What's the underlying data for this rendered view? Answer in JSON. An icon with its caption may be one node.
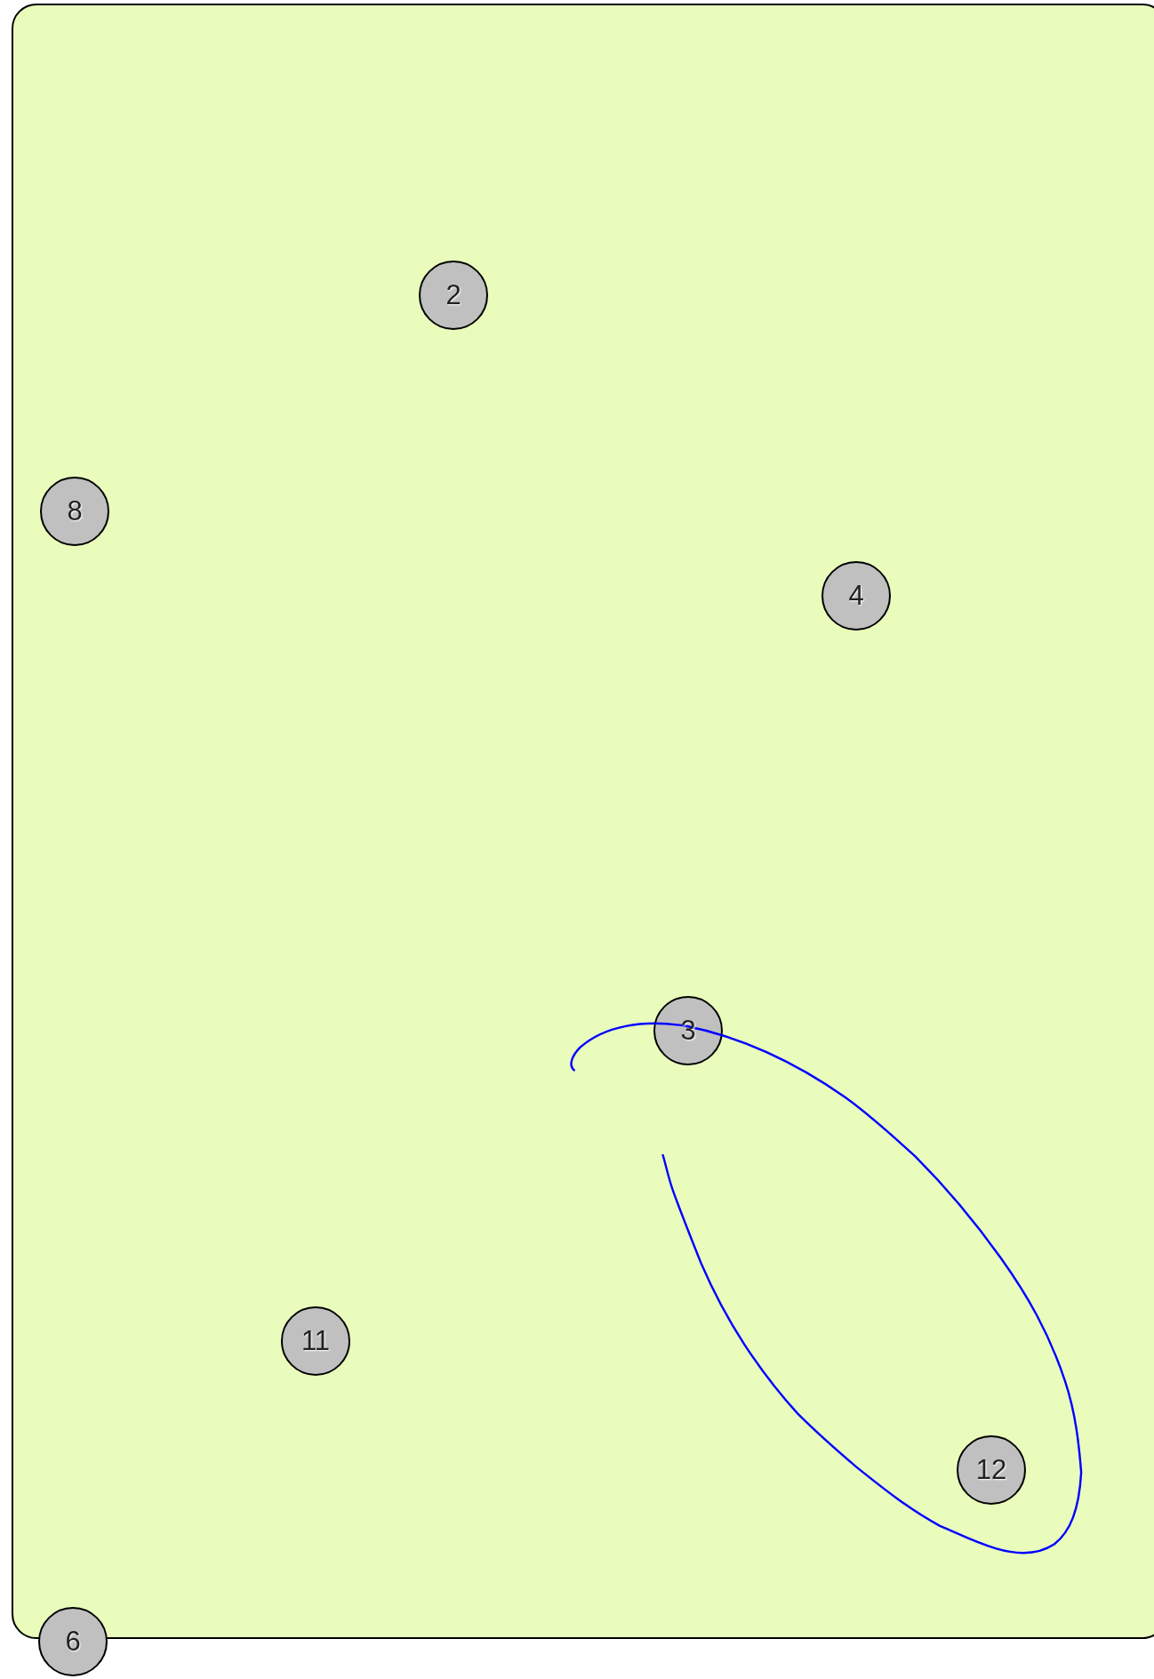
{
  "diagram": {
    "nodes": [
      {
        "text": [],
        "shape": "box"
      },
      {
        "text": [
          "2"
        ],
        "in": 0
      },
      {
        "text": [
          "8"
        ],
        "in": 0
      },
      {
        "text": [
          "4"
        ],
        "in": 0
      },
      {
        "text": [
          "3"
        ],
        "in": 0
      },
      {
        "text": [
          "11"
        ],
        "in": 0
      },
      {
        "text": [
          "12"
        ],
        "in": 0
      },
      {
        "text": [
          "6"
        ]
      }
    ]
  }
}
